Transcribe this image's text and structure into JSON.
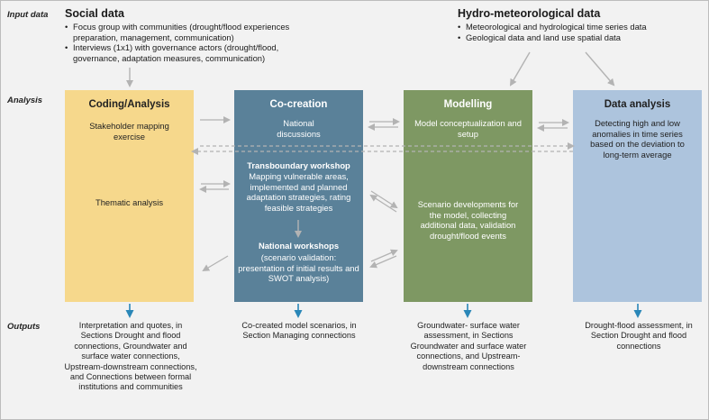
{
  "rows": {
    "input": "Input data",
    "analysis": "Analysis",
    "outputs": "Outputs"
  },
  "social": {
    "title": "Social data",
    "bullets": [
      "Focus group with communities (drought/flood experiences preparation, management, communication)",
      "Interviews (1x1) with governance actors (drought/flood, governance, adaptation measures, communication)"
    ]
  },
  "hydro": {
    "title": "Hydro-meteorological data",
    "bullets": [
      "Meteorological and hydrological time series data",
      "Geological data and land use spatial data"
    ]
  },
  "boxes": {
    "coding": {
      "title": "Coding/Analysis",
      "text1": "Stakeholder mapping exercise",
      "text2": "Thematic analysis"
    },
    "cocreation": {
      "title": "Co-creation",
      "text1": "National discussions",
      "sub1": "Transboundary workshop",
      "text2": "Mapping vulnerable areas, implemented and  planned adaptation strategies, rating feasible strategies",
      "sub2": "National workshops",
      "text3": "(scenario validation: presentation of initial results and SWOT analysis)"
    },
    "modelling": {
      "title": "Modelling",
      "text1": "Model conceptualization and setup",
      "text2": "Scenario developments for the model, collecting additional data, validation drought/flood events"
    },
    "dataanalysis": {
      "title": "Data analysis",
      "text1": "Detecting high and low anomalies in time series based on the deviation to long-term average"
    }
  },
  "outputs": {
    "coding": "Interpretation and quotes, in Sections Drought and flood connections, Groundwater and surface water connections, Upstream-downstream connections, and Connections between formal institutions and communities",
    "cocreation": "Co-created model scenarios, in Section Managing connections",
    "modelling": "Groundwater- surface water assessment, in Sections Groundwater and surface water connections, and Upstream-downstream connections",
    "dataanalysis": "Drought-flood assessment, in Section Drought and flood connections"
  },
  "colors": {
    "coding": "#f6d88c",
    "cocreation": "#5a8199",
    "modelling": "#7e9863",
    "dataanalysis": "#adc4dd",
    "arrow_grey": "#b3b3b3",
    "arrow_blue": "#2a87b8"
  }
}
